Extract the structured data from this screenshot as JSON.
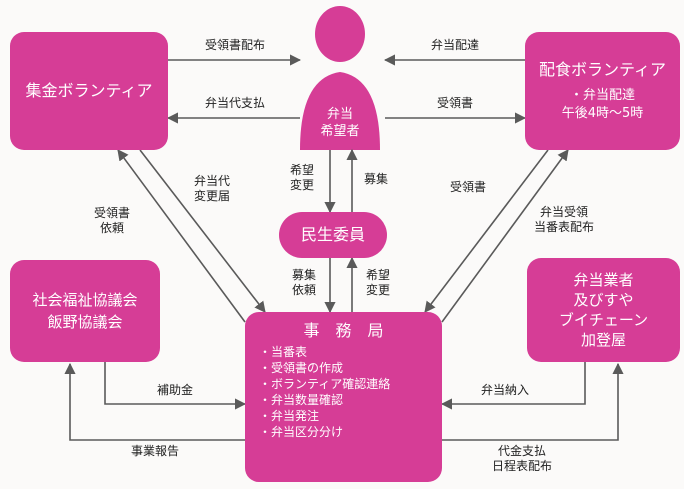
{
  "colors": {
    "node": "#d63d96",
    "arrow": "#5a5a5a",
    "text_on_node": "#ffffff"
  },
  "nodes": {
    "person": {
      "icon": "person-icon",
      "lines": [
        "弁当",
        "希望者"
      ]
    },
    "collection_volunteer": {
      "title": "集金ボランティア"
    },
    "delivery_volunteer": {
      "title": "配食ボランティア",
      "details": [
        "・弁当配達",
        "午後4時～5時"
      ]
    },
    "welfare_commissioner": {
      "title": "民生委員"
    },
    "council": {
      "lines": [
        "社会福祉協議会",
        "飯野協議会"
      ]
    },
    "office": {
      "title": "事　務　局",
      "items": [
        "・当番表",
        "・受領書の作成",
        "・ボランティア確認連絡",
        "・弁当数量確認",
        "・弁当発注",
        "・弁当区分分け"
      ]
    },
    "vendor": {
      "lines": [
        "弁当業者",
        "及びすや",
        "ブイチェーン",
        "加登屋"
      ]
    }
  },
  "edges": {
    "receipt_distribution": "受領書配布",
    "lunch_payment_proxy": "弁当代支払",
    "lunch_delivery": "弁当配達",
    "receipt": "受領書",
    "lunch_fee_change_notice": [
      "弁当代",
      "変更届"
    ],
    "receipt_request": [
      "受領書",
      "依頼"
    ],
    "wish_change_up": [
      "希望",
      "変更"
    ],
    "recruit_down": "募集",
    "receipt_to_office": "受領書",
    "lunch_receipt_duty_roster": [
      "弁当受領",
      "当番表配布"
    ],
    "recruit_request": [
      "募集",
      "依頼"
    ],
    "wish_change_down": [
      "希望",
      "変更"
    ],
    "subsidy": "補助金",
    "business_report": "事業報告",
    "lunch_supply": "弁当納入",
    "payment_schedule": [
      "代金支払",
      "日程表配布"
    ]
  }
}
